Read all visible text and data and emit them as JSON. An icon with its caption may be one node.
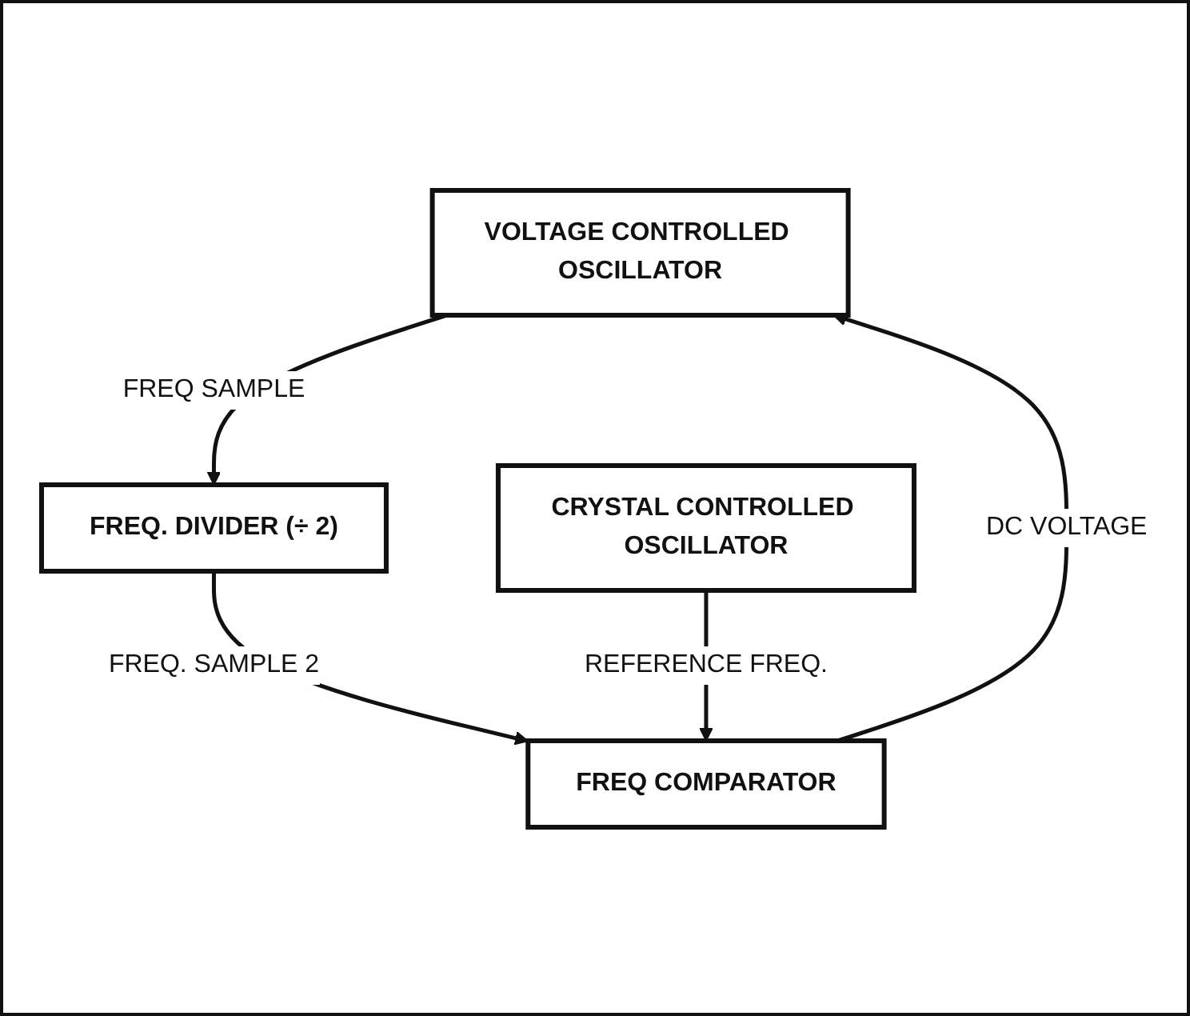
{
  "diagram": {
    "nodes": [
      {
        "text": [
          "VOLTAGE CONTROLLED OSCILLATOR"
        ]
      },
      {
        "text": [
          "FREQ. DIVIDER (÷ 2)"
        ]
      },
      {
        "text": [
          "FREQ COMPARATOR"
        ]
      },
      {
        "text": [
          "CRYSTAL CONTROLLED OSCILLATOR"
        ]
      }
    ],
    "edges": [
      {
        "from": 0,
        "to": 1,
        "arrow": "to",
        "label": "FREQ SAMPLE"
      },
      {
        "from": 2,
        "to": 0,
        "arrow": "to",
        "label": "DC VOLTAGE"
      },
      {
        "from": 1,
        "to": 2,
        "arrow": "to",
        "label": "FREQ. SAMPLE 2"
      },
      {
        "from": 3,
        "to": 2,
        "arrow": "to",
        "label": "REFERENCE FREQ."
      }
    ]
  }
}
